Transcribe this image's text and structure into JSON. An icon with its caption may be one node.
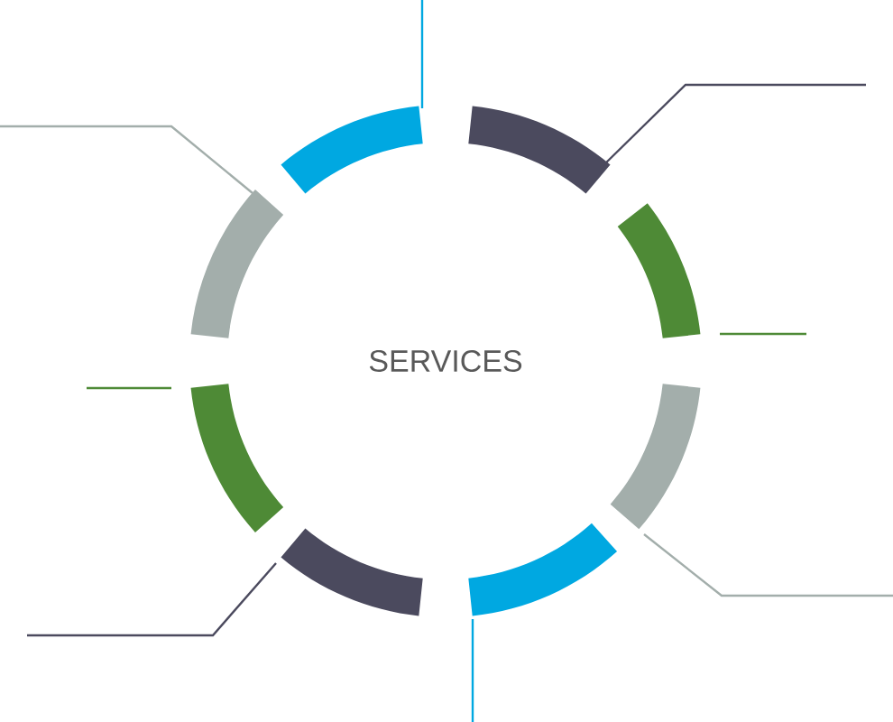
{
  "diagram": {
    "nodes": [
      {
        "text": [
          "SERVICES"
        ]
      },
      {
        "text": [],
        "shape": "arc"
      },
      {
        "text": [],
        "shape": "arc"
      },
      {
        "text": [],
        "shape": "arc"
      },
      {
        "text": [],
        "shape": "arc"
      },
      {
        "text": [],
        "shape": "arc"
      },
      {
        "text": [],
        "shape": "arc"
      },
      {
        "text": [],
        "shape": "arc"
      },
      {
        "text": [],
        "shape": "arc"
      }
    ],
    "edges": [
      {
        "from": 1,
        "to": null,
        "arrow": "none",
        "color": "#00a8e1"
      },
      {
        "from": 2,
        "to": null,
        "arrow": "none",
        "color": "#4b4a5e"
      },
      {
        "from": 3,
        "to": null,
        "arrow": "none",
        "color": "#4e8a36"
      },
      {
        "from": 4,
        "to": null,
        "arrow": "none",
        "color": "#a3aeab"
      },
      {
        "from": 5,
        "to": null,
        "arrow": "none",
        "color": "#00a8e1"
      },
      {
        "from": 6,
        "to": null,
        "arrow": "none",
        "color": "#4b4a5e"
      },
      {
        "from": 7,
        "to": null,
        "arrow": "none",
        "color": "#4e8a36"
      },
      {
        "from": 8,
        "to": null,
        "arrow": "none",
        "color": "#a3aeab"
      }
    ]
  }
}
